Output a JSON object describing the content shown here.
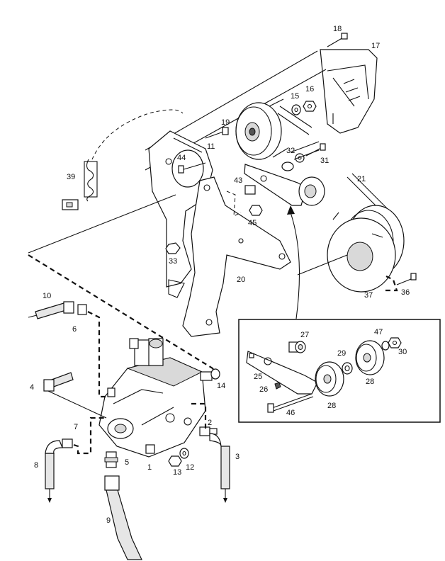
{
  "callouts": {
    "c1": "1",
    "c2": "2",
    "c3": "3",
    "c4": "4",
    "c5": "5",
    "c6": "6",
    "c7": "7",
    "c8": "8",
    "c9": "9",
    "c10": "10",
    "c11": "11",
    "c12": "12",
    "c13": "13",
    "c14": "14",
    "c15": "15",
    "c16": "16",
    "c17": "17",
    "c18": "18",
    "c19": "19",
    "c20": "20",
    "c21": "21",
    "c25": "25",
    "c26": "26",
    "c27": "27",
    "c28a": "28",
    "c28b": "28",
    "c29": "29",
    "c30": "30",
    "c31": "31",
    "c32": "32",
    "c33": "33",
    "c36": "36",
    "c37": "37",
    "c39": "39",
    "c43": "43",
    "c44": "44",
    "c45": "45",
    "c46": "46",
    "c47": "47"
  }
}
